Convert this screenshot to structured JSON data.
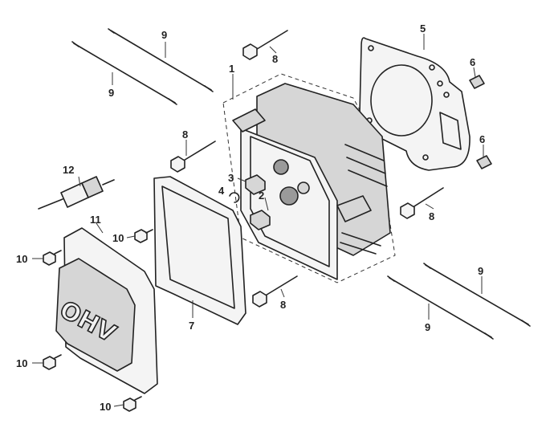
{
  "callouts": {
    "c1": "1",
    "c2": "2",
    "c3": "3",
    "c4": "4",
    "c5": "5",
    "c6a": "6",
    "c6b": "6",
    "c7": "7",
    "c8a": "8",
    "c8b": "8",
    "c8c": "8",
    "c8d": "8",
    "c9a": "9",
    "c9b": "9",
    "c9c": "9",
    "c9d": "9",
    "c10a": "10",
    "c10b": "10",
    "c10c": "10",
    "c10d": "10",
    "c11": "11",
    "c12": "12"
  },
  "cover": {
    "emboss": "OHV"
  },
  "colors": {
    "ink": "#222222",
    "paper": "#ffffff"
  }
}
